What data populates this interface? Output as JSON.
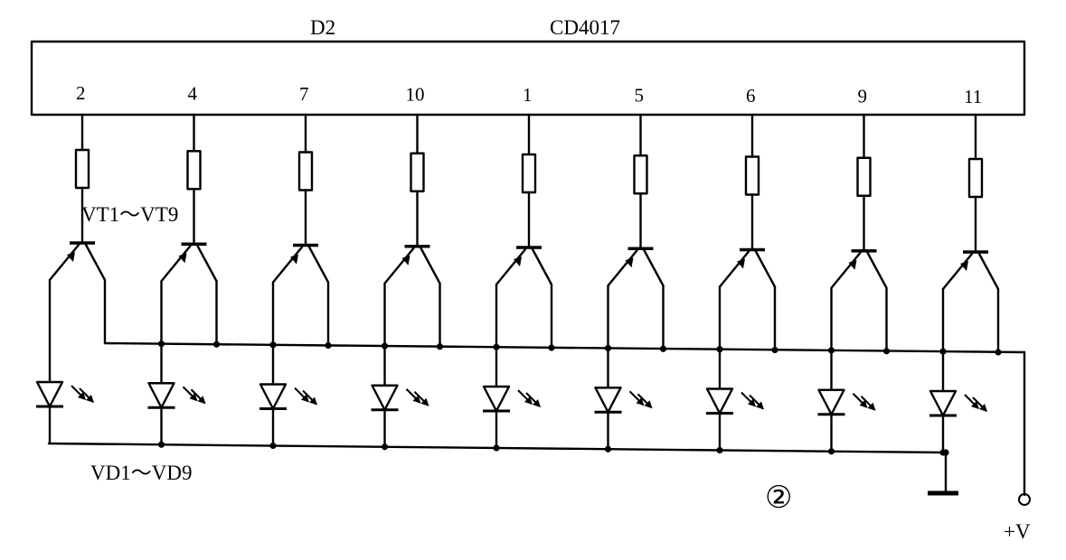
{
  "chip": {
    "designator": "D2",
    "part": "CD4017",
    "pins": [
      "2",
      "4",
      "7",
      "10",
      "1",
      "5",
      "6",
      "9",
      "11"
    ]
  },
  "labels": {
    "transistors": "VT1～VT9",
    "leds": "VD1～VD9",
    "figure_number": "②",
    "supply": "+V"
  },
  "colors": {
    "ink": "#000000",
    "paper": "#ffffff"
  }
}
